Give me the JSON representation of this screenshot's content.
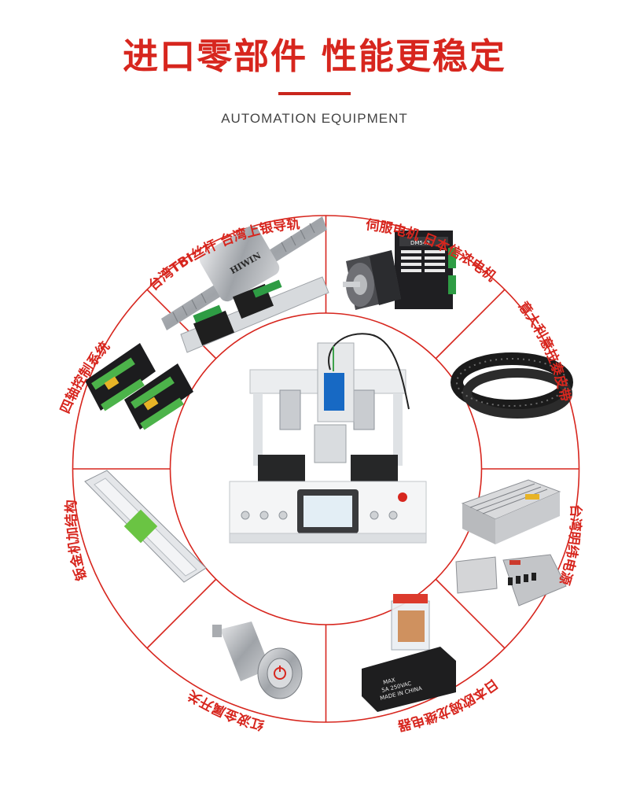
{
  "headline": "进口零部件 性能更稳定",
  "subtitle": "AUTOMATION EQUIPMENT",
  "brand_color": "#d7261e",
  "segments": [
    {
      "label": "台湾TBI丝杆 台湾上银导轨",
      "icon": "ball-screw-linear-guide"
    },
    {
      "label": "伺服电机 日本信浓电机",
      "icon": "servo-motor-driver"
    },
    {
      "label": "意大利意拉泰皮带",
      "icon": "timing-belt"
    },
    {
      "label": "台湾明纬电源",
      "icon": "power-supply"
    },
    {
      "label": "日本欧姆龙继电器",
      "icon": "relay"
    },
    {
      "label": "红波金属开关",
      "icon": "metal-push-switch"
    },
    {
      "label": "钣金机加结构",
      "icon": "sheet-metal-frame"
    },
    {
      "label": "四轴控制系统",
      "icon": "control-board"
    }
  ],
  "center_machine": {
    "icon": "automation-screw-machine",
    "brand_label": "HIWIN",
    "driver_label": "DM542",
    "relay_lines": [
      "MAX",
      "5A 250VAC",
      "MADE IN CHINA"
    ]
  }
}
